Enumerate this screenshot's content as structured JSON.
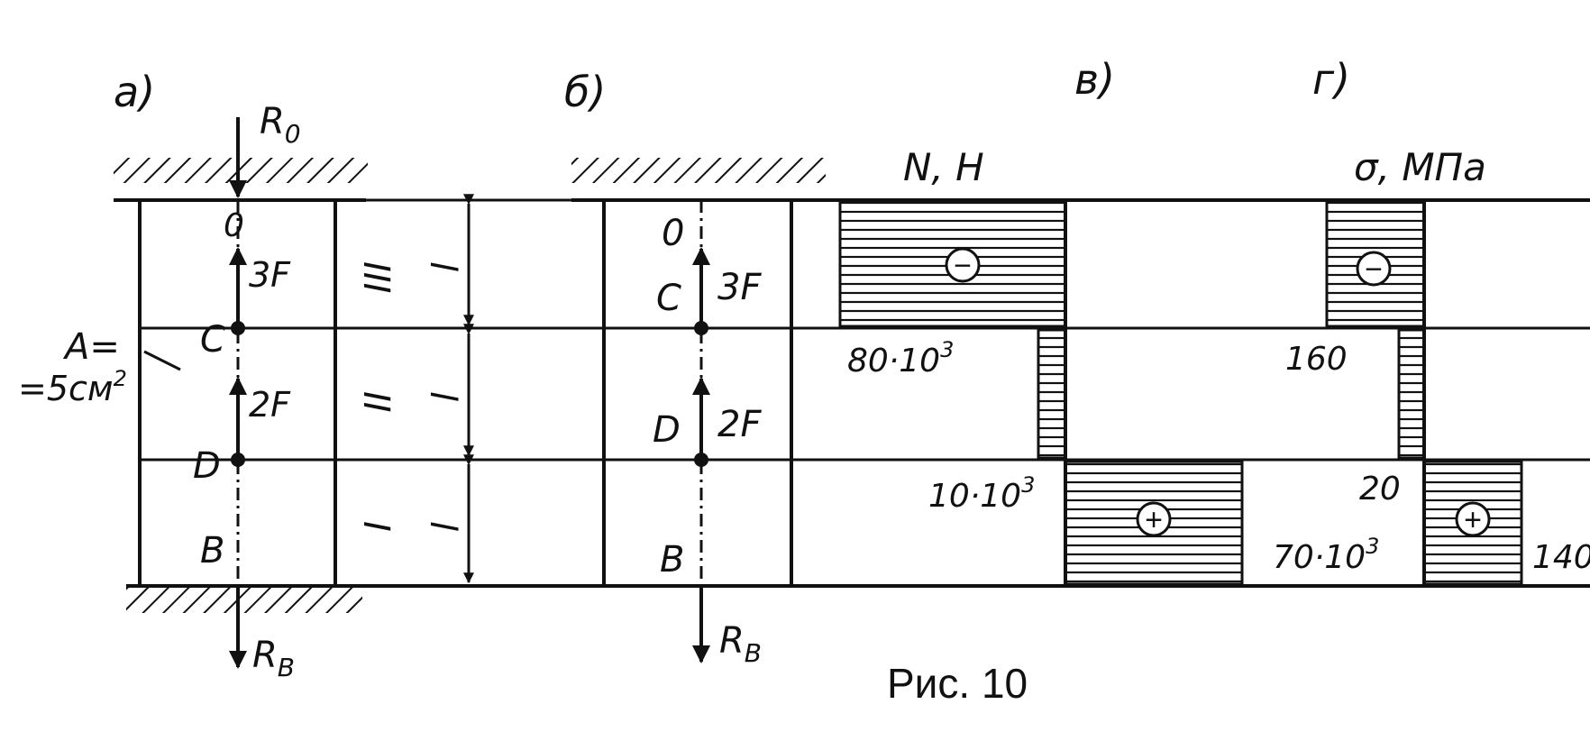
{
  "panels": {
    "a": "а)",
    "b": "б)",
    "v": "в)",
    "g": "г)"
  },
  "forces": {
    "R0": "R",
    "R0_sub": "0",
    "RB": "R",
    "RB_sub": "B",
    "f3": "3F",
    "f2": "2F"
  },
  "points": {
    "O": "0",
    "C": "C",
    "D": "D",
    "B": "B"
  },
  "area": {
    "line1": "A=",
    "line2": "=5см",
    "sup": "2"
  },
  "sections": {
    "III": "III",
    "II": "II",
    "I": "I"
  },
  "length": "l",
  "diagram_N": {
    "title": "N, H",
    "v1": "80·10",
    "v2": "10·10",
    "v3": "70·10",
    "exp": "3",
    "neg": "−",
    "pos": "+"
  },
  "diagram_sigma": {
    "title": "σ, МПа",
    "v1": "160",
    "v2": "20",
    "v3": "140",
    "neg": "−",
    "pos": "+"
  },
  "caption": "Рис. 10"
}
